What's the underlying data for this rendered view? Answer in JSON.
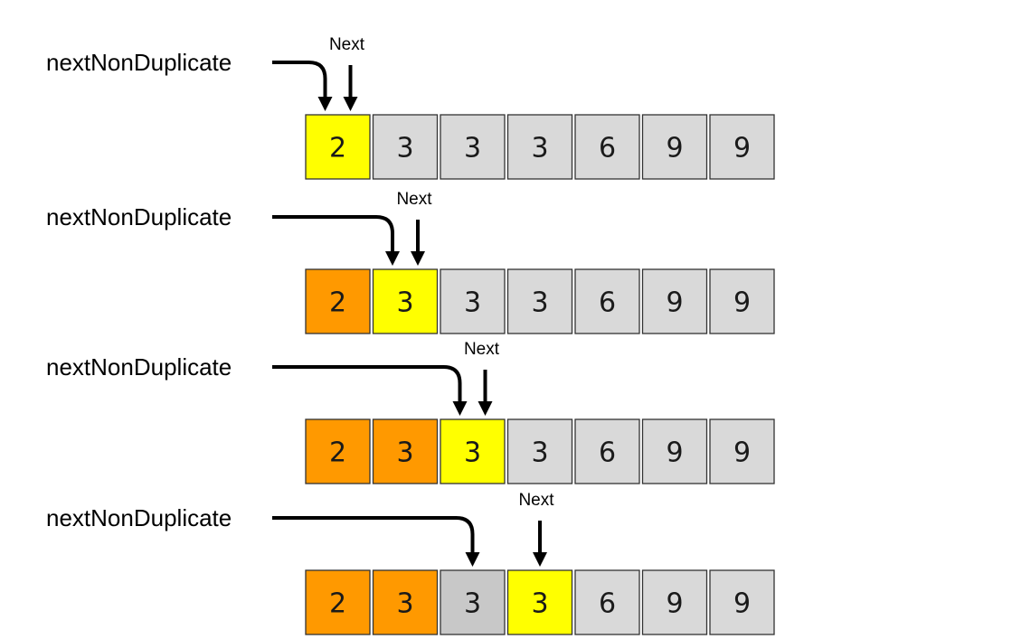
{
  "colors": {
    "processed": "#FF9900",
    "current": "#FFFF00",
    "default": "#D9D9D9",
    "skipped": "#C8C8C8",
    "border": "#333333",
    "arrow": "#000000"
  },
  "steps": [
    {
      "pointer_label": "nextNonDuplicate",
      "next_label": "Next",
      "pointer_index": 0,
      "next_index": 0,
      "cells": [
        {
          "value": "2",
          "state": "current"
        },
        {
          "value": "3",
          "state": "default"
        },
        {
          "value": "3",
          "state": "default"
        },
        {
          "value": "3",
          "state": "default"
        },
        {
          "value": "6",
          "state": "default"
        },
        {
          "value": "9",
          "state": "default"
        },
        {
          "value": "9",
          "state": "default"
        }
      ]
    },
    {
      "pointer_label": "nextNonDuplicate",
      "next_label": "Next",
      "pointer_index": 1,
      "next_index": 1,
      "cells": [
        {
          "value": "2",
          "state": "processed"
        },
        {
          "value": "3",
          "state": "current"
        },
        {
          "value": "3",
          "state": "default"
        },
        {
          "value": "3",
          "state": "default"
        },
        {
          "value": "6",
          "state": "default"
        },
        {
          "value": "9",
          "state": "default"
        },
        {
          "value": "9",
          "state": "default"
        }
      ]
    },
    {
      "pointer_label": "nextNonDuplicate",
      "next_label": "Next",
      "pointer_index": 2,
      "next_index": 2,
      "cells": [
        {
          "value": "2",
          "state": "processed"
        },
        {
          "value": "3",
          "state": "processed"
        },
        {
          "value": "3",
          "state": "current"
        },
        {
          "value": "3",
          "state": "default"
        },
        {
          "value": "6",
          "state": "default"
        },
        {
          "value": "9",
          "state": "default"
        },
        {
          "value": "9",
          "state": "default"
        }
      ]
    },
    {
      "pointer_label": "nextNonDuplicate",
      "next_label": "Next",
      "pointer_index": 2,
      "next_index": 3,
      "cells": [
        {
          "value": "2",
          "state": "processed"
        },
        {
          "value": "3",
          "state": "processed"
        },
        {
          "value": "3",
          "state": "skipped"
        },
        {
          "value": "3",
          "state": "current"
        },
        {
          "value": "6",
          "state": "default"
        },
        {
          "value": "9",
          "state": "default"
        },
        {
          "value": "9",
          "state": "default"
        }
      ]
    }
  ]
}
